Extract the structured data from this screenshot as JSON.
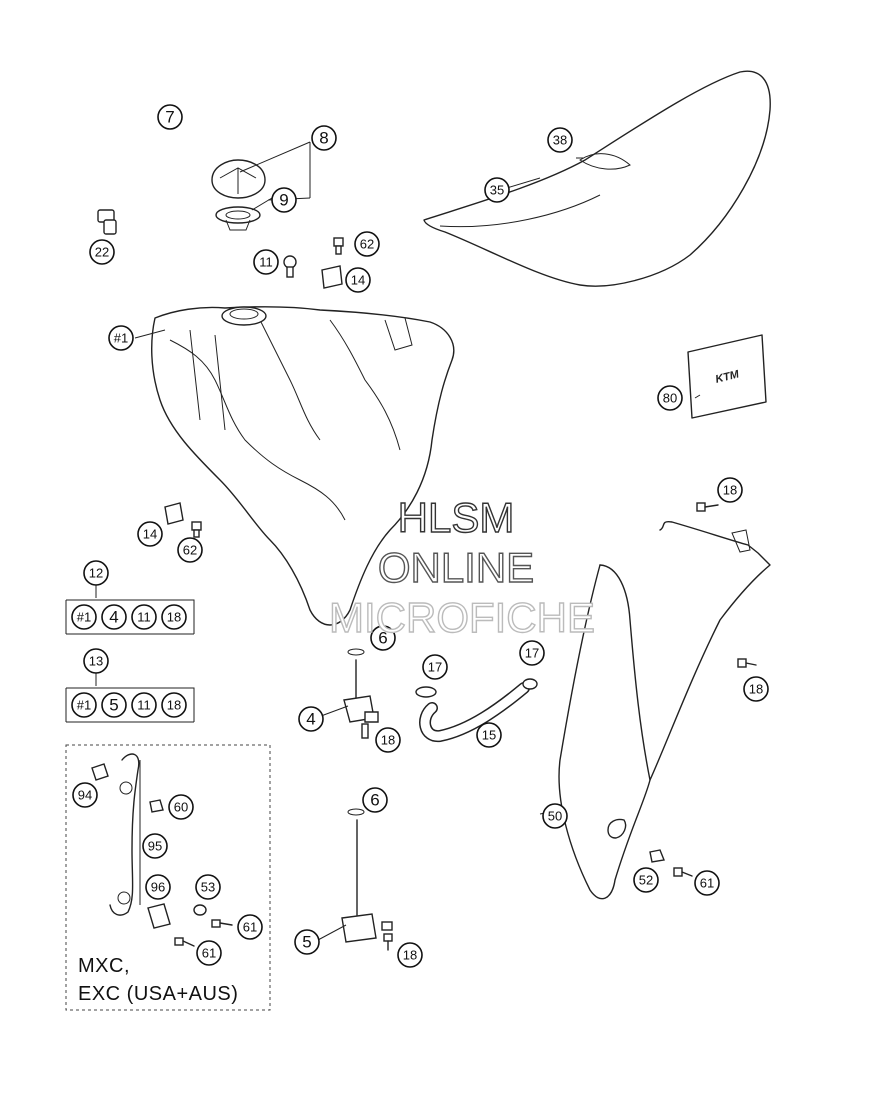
{
  "callouts": {
    "c7": "7",
    "c8": "8",
    "c9": "9",
    "c22": "22",
    "c11": "11",
    "c62a": "62",
    "c14a": "14",
    "c38": "38",
    "c35": "35",
    "c80": "80",
    "c1": "#1",
    "c14b": "14",
    "c62b": "62",
    "c12": "12",
    "c13": "13",
    "c18a": "18",
    "c18b": "18",
    "c18c": "18",
    "c18d": "18",
    "c6a": "6",
    "c6b": "6",
    "c4": "4",
    "c5": "5",
    "c17a": "17",
    "c17b": "17",
    "c15": "15",
    "c50": "50",
    "c52": "52",
    "c61a": "61",
    "c61b": "61",
    "c61c": "61",
    "c94": "94",
    "c60": "60",
    "c95": "95",
    "c96": "96",
    "c53": "53"
  },
  "kits": {
    "kit12": [
      "#1",
      "4",
      "11",
      "18"
    ],
    "kit13": [
      "#1",
      "5",
      "11",
      "18"
    ]
  },
  "logo_text": "KTM",
  "watermark": {
    "line1": "HLSM",
    "line2": "ONLINE",
    "line3": "MICROFICHE"
  },
  "note": {
    "line1": "MXC,",
    "line2": "EXC (USA+AUS)"
  }
}
